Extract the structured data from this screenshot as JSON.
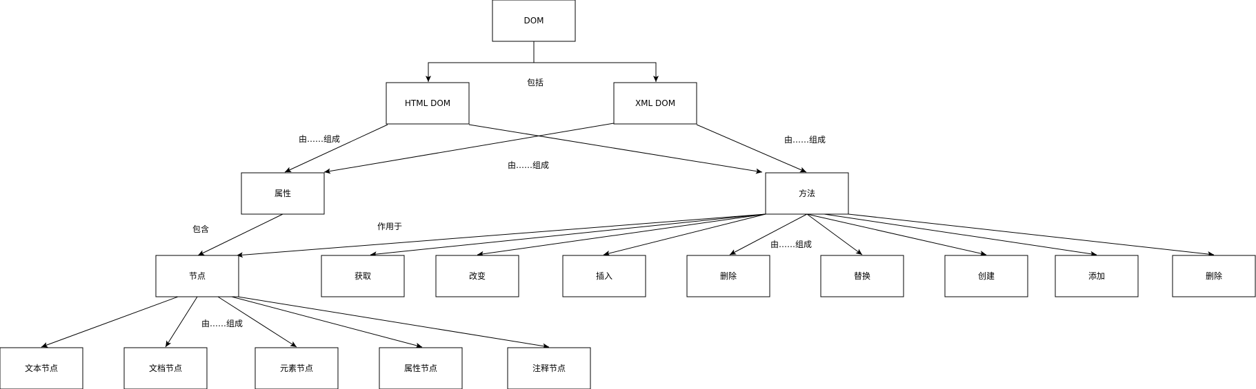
{
  "nodes": {
    "dom": "DOM",
    "html_dom": "HTML DOM",
    "xml_dom": "XML DOM",
    "attributes": "属性",
    "methods": "方法",
    "nodes": "节点",
    "get": "获取",
    "change": "改变",
    "insert": "插入",
    "delete_1": "删除",
    "replace": "替换",
    "create": "创建",
    "add": "添加",
    "delete_2": "删除",
    "text_node": "文本节点",
    "document_node": "文档节点",
    "element_node": "元素节点",
    "attribute_node": "属性节点",
    "comment_node": "注释节点"
  },
  "edge_labels": {
    "includes": "包括",
    "composed_of_left": "由……组成",
    "composed_of_center": "由……组成",
    "composed_of_right": "由……组成",
    "contains": "包含",
    "acts_on": "作用于",
    "composed_of_methods": "由……组成",
    "composed_of_nodes": "由……组成"
  }
}
